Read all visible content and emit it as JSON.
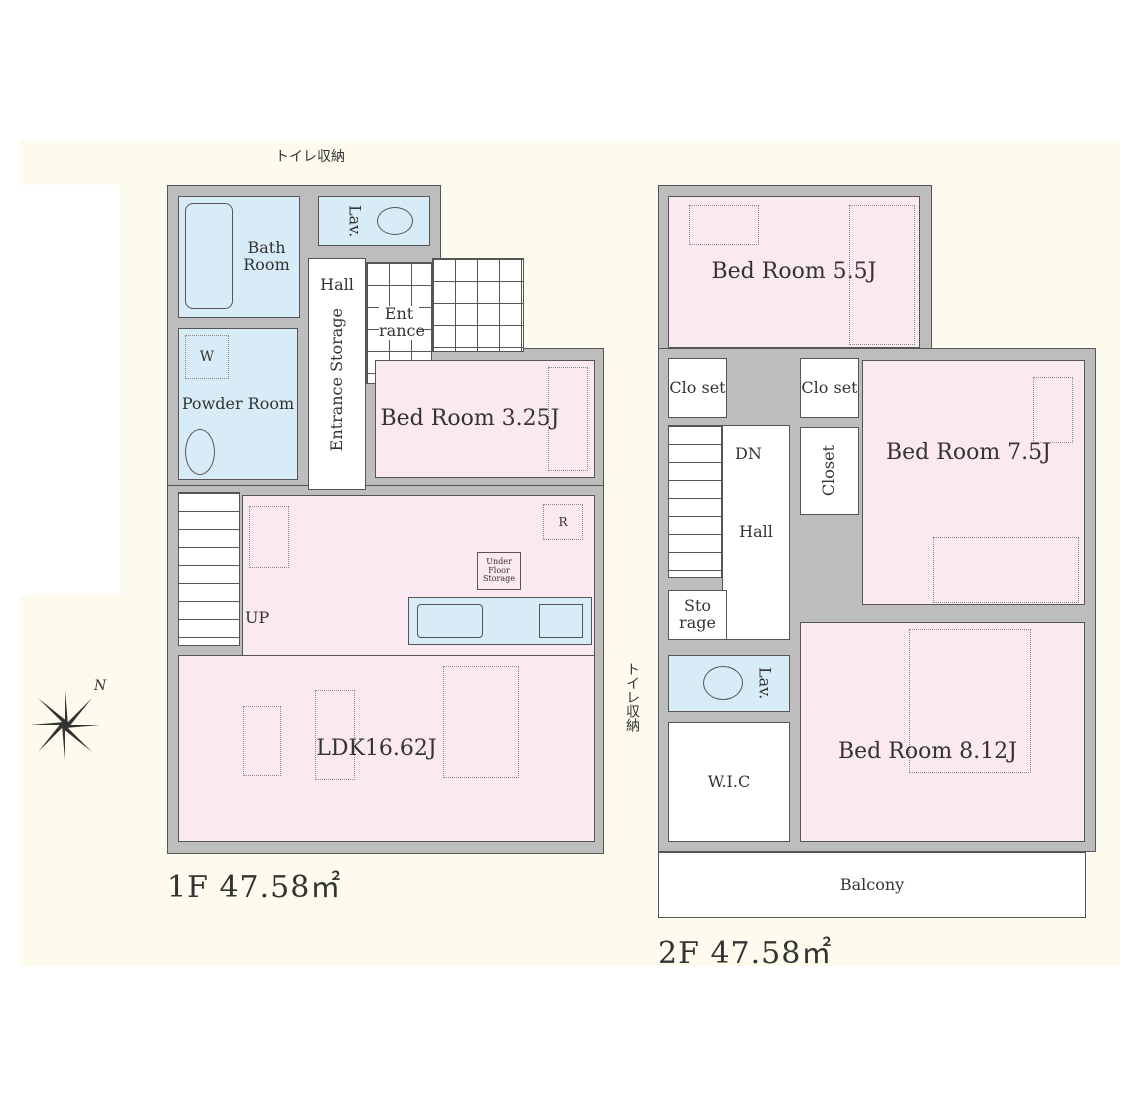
{
  "floor1": {
    "title": "1F 47.58㎡",
    "toilet_storage": "トイレ収納",
    "rooms": {
      "bath": "Bath Room",
      "lav": "Lav.",
      "hall": "Hall",
      "entrance": "Ent rance",
      "entrance_storage": "Entrance Storage",
      "powder": "Powder Room",
      "washer": "W",
      "bed": "Bed Room 3.25J",
      "up": "UP",
      "refrigerator": "R",
      "under_floor": "Under Floor Storage",
      "ldk": "LDK16.62J"
    }
  },
  "floor2": {
    "title": "2F 47.58㎡",
    "toilet_storage": "トイレ収納",
    "rooms": {
      "bed1": "Bed Room 5.5J",
      "closet1": "Clo set",
      "closet2": "Clo set",
      "closet3": "Closet",
      "dn": "DN",
      "hall": "Hall",
      "bed2": "Bed Room 7.5J",
      "storage": "Sto rage",
      "lav": "Lav.",
      "wic": "W.I.C",
      "bed3": "Bed Room 8.12J",
      "balcony": "Balcony"
    }
  },
  "compass": {
    "north": "N"
  },
  "colors": {
    "pink": "#fbe9f1",
    "blue": "#d8ecf7",
    "wall": "#bdbdbd",
    "background": "#fcfbed"
  }
}
